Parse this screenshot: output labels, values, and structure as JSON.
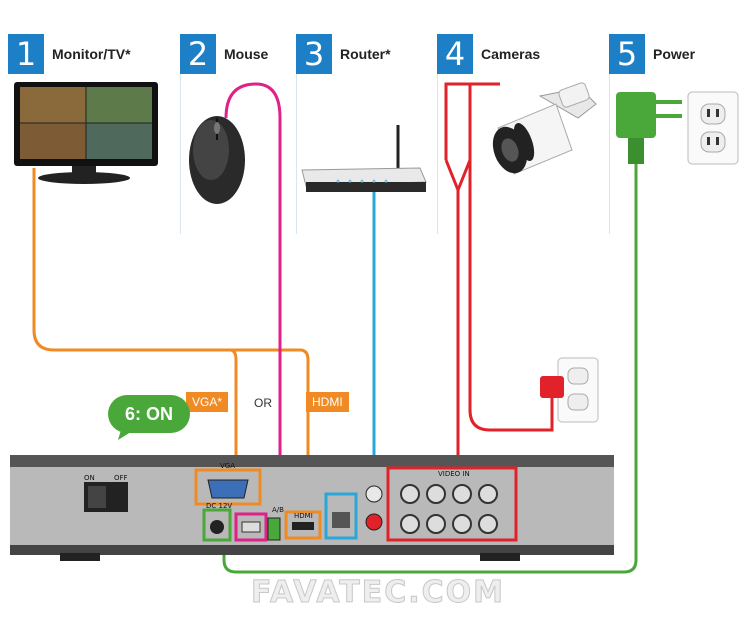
{
  "steps": [
    {
      "number": "1",
      "label": "Monitor/TV*"
    },
    {
      "number": "2",
      "label": "Mouse"
    },
    {
      "number": "3",
      "label": "Router*"
    },
    {
      "number": "4",
      "label": "Cameras"
    },
    {
      "number": "5",
      "label": "Power"
    }
  ],
  "connectors": {
    "vga_tag": "VGA*",
    "or_text": "OR",
    "hdmi_tag": "HDMI",
    "power_on": "6: ON"
  },
  "panel": {
    "on_label": "ON",
    "off_label": "OFF",
    "vga_label": "VGA",
    "usb_label": "A/B",
    "hdmi_label": "HDMI",
    "video_in_label": "VIDEO IN",
    "dc_label": "DC 12V"
  },
  "watermark": "FAVATEC.COM",
  "colors": {
    "step_blue": "#1d7fc6",
    "orange": "#f08a24",
    "magenta": "#e0218a",
    "cyan": "#2aa7d8",
    "red": "#e1222a",
    "green": "#4aa83a"
  }
}
